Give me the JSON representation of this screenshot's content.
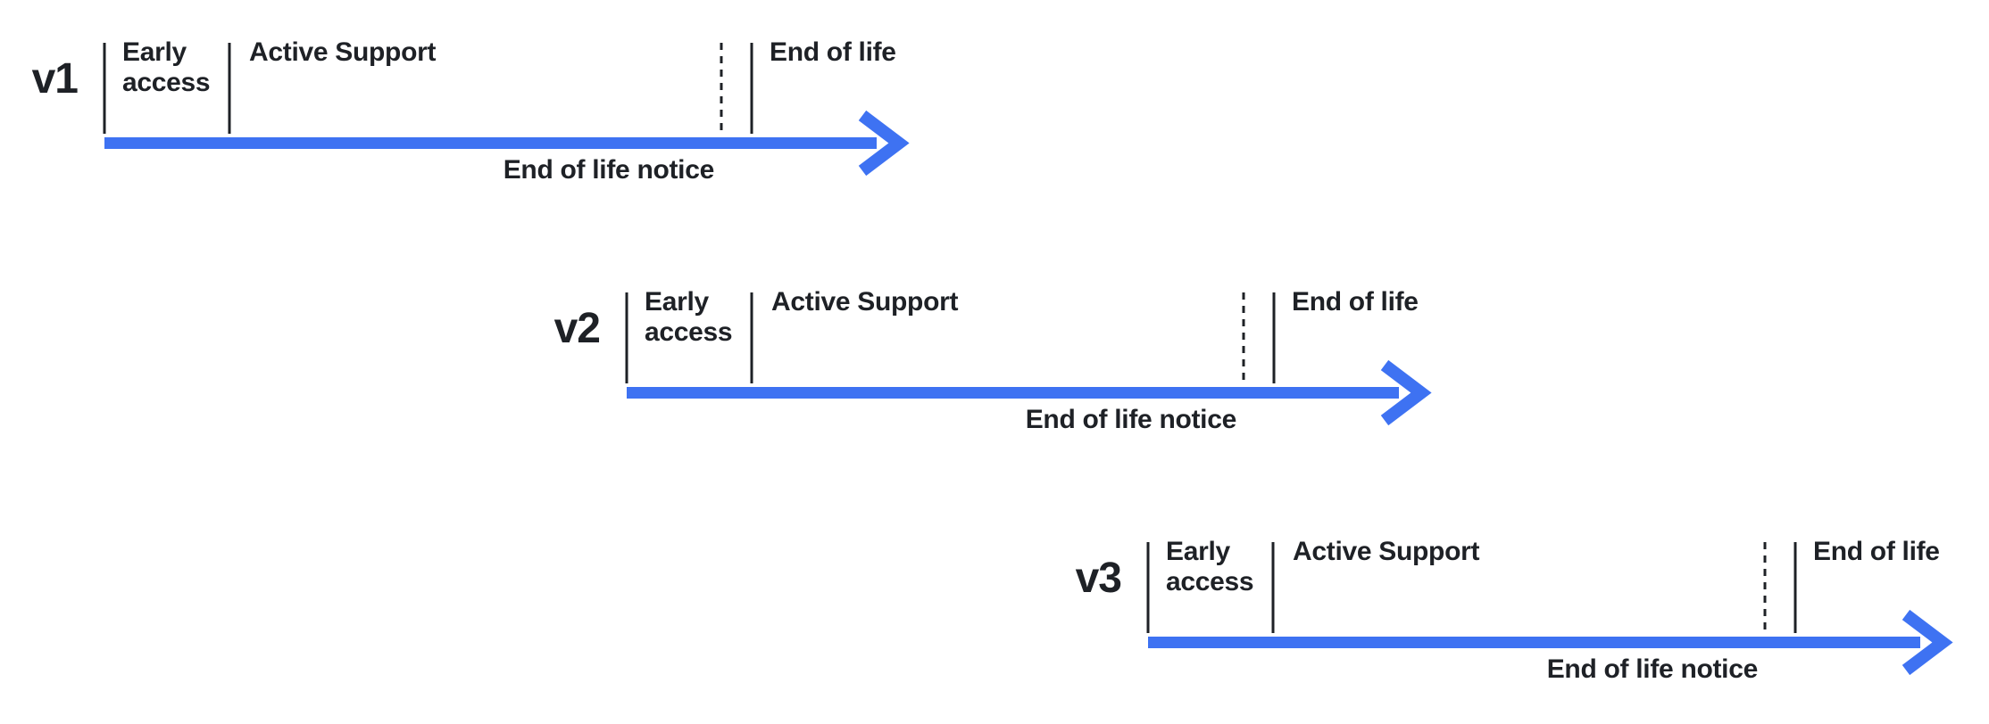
{
  "colors": {
    "arrow": "#3E72F2",
    "text": "#1E2126",
    "tick": "#1E2126",
    "background": "#FFFFFF"
  },
  "rows": [
    {
      "version": "v1",
      "phases": {
        "early_access": "Early access",
        "active_support": "Active Support",
        "end_of_life": "End of life"
      },
      "notice": "End of life notice"
    },
    {
      "version": "v2",
      "phases": {
        "early_access": "Early access",
        "active_support": "Active Support",
        "end_of_life": "End of life"
      },
      "notice": "End of life notice"
    },
    {
      "version": "v3",
      "phases": {
        "early_access": "Early access",
        "active_support": "Active Support",
        "end_of_life": "End of life"
      },
      "notice": "End of life notice"
    }
  ]
}
